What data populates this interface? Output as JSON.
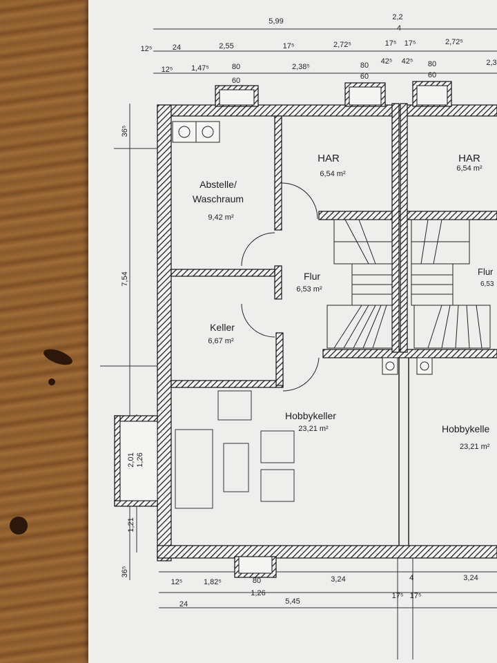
{
  "rooms": {
    "har_left": {
      "name": "HAR",
      "area": "6,54 m²"
    },
    "har_right": {
      "name": "HAR",
      "area": "6,54 m²"
    },
    "abstelle": {
      "name_line1": "Abstelle/",
      "name_line2": "Waschraum",
      "area": "9,42 m²"
    },
    "flur_left": {
      "name": "Flur",
      "area": "6,53 m²"
    },
    "flur_right": {
      "name": "Flur",
      "area": "6,53"
    },
    "keller": {
      "name": "Keller",
      "area": "6,67 m²"
    },
    "hobby_left": {
      "name": "Hobbykeller",
      "area": "23,21 m²"
    },
    "hobby_right": {
      "name": "Hobbykelle",
      "area": "23,21 m²"
    }
  },
  "dims_top": {
    "row1": [
      "5,99",
      "2,2"
    ],
    "row1_small": "4",
    "row2": [
      "12⁵",
      "24",
      "2,55",
      "17⁵",
      "2,72⁵",
      "17⁵",
      "17⁵",
      "2,72⁵"
    ],
    "row3": [
      "12⁵",
      "1,47⁵",
      "80",
      "60",
      "2,38⁵",
      "80",
      "60",
      "42⁵",
      "42⁵",
      "80",
      "60",
      "2,3"
    ]
  },
  "dims_left": [
    "36⁵",
    "7,54",
    "2,01",
    "1,26",
    "1,21",
    "36⁵"
  ],
  "dims_bottom": {
    "row1": [
      "12⁵",
      "1,82⁵",
      "80",
      "3,24",
      "4",
      "3,24"
    ],
    "row2": [
      "1,26"
    ],
    "row3": [
      "24",
      "5,45",
      "17⁵",
      "17⁵"
    ]
  }
}
